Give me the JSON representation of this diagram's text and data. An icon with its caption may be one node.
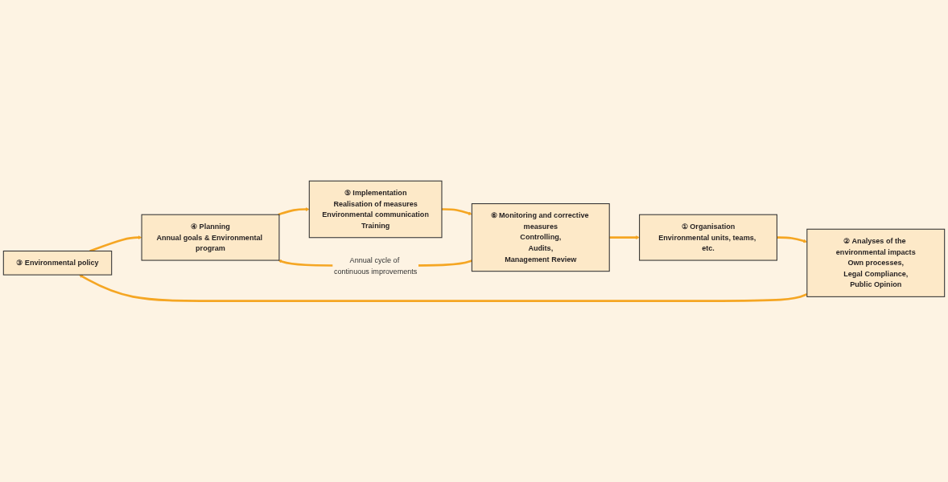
{
  "diagram": {
    "nodes": [
      {
        "text": [
          "③ Environmental policy"
        ]
      },
      {
        "text": [
          "④ Planning",
          "Annual goals & Environmental program"
        ]
      },
      {
        "text": [
          "② Analyses of the environmental impacts",
          "Own processes,",
          "Legal Compliance,",
          "Public Opinion"
        ]
      },
      {
        "text": [
          "⑤ Implementation",
          "Realisation of measures",
          "Environmental communication",
          "Training"
        ]
      },
      {
        "text": [
          "① Organisation",
          "Environmental units, teams, etc."
        ]
      },
      {
        "text": [
          "⑥ Monitoring and corrective measures",
          "Controlling,",
          "Audits,",
          "Management Review"
        ]
      }
    ],
    "edges": [
      {
        "from": 0,
        "to": 1,
        "arrow": "to"
      },
      {
        "from": 1,
        "to": 3,
        "arrow": "to"
      },
      {
        "from": 3,
        "to": 5,
        "arrow": "to"
      },
      {
        "from": 5,
        "to": 4,
        "arrow": "to"
      },
      {
        "from": 4,
        "to": 2,
        "arrow": "to"
      },
      {
        "from": 2,
        "to": 0,
        "arrow": "to"
      },
      {
        "from": 5,
        "to": 1,
        "arrow": "to",
        "label": "Annual cycle of continuous improvements"
      }
    ]
  }
}
